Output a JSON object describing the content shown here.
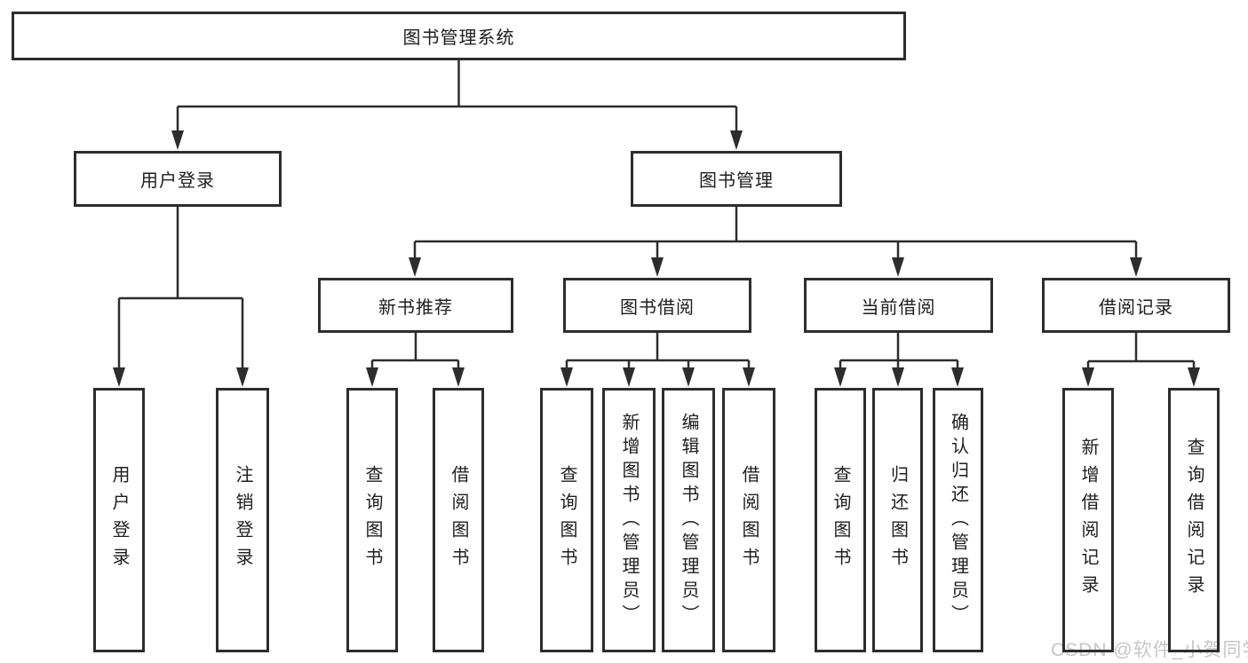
{
  "root": {
    "label": "图书管理系统"
  },
  "level2": [
    {
      "label": "用户登录"
    },
    {
      "label": "图书管理"
    }
  ],
  "level3": [
    {
      "parent": "图书管理",
      "label": "新书推荐"
    },
    {
      "parent": "图书管理",
      "label": "图书借阅"
    },
    {
      "parent": "图书管理",
      "label": "当前借阅"
    },
    {
      "parent": "图书管理",
      "label": "借阅记录"
    }
  ],
  "leaves": [
    {
      "parent": "用户登录",
      "label": "用户登录"
    },
    {
      "parent": "用户登录",
      "label": "注销登录"
    },
    {
      "parent": "新书推荐",
      "label": "查询图书"
    },
    {
      "parent": "新书推荐",
      "label": "借阅图书"
    },
    {
      "parent": "图书借阅",
      "label": "查询图书"
    },
    {
      "parent": "图书借阅",
      "label": "新增图书（管理员）"
    },
    {
      "parent": "图书借阅",
      "label": "编辑图书（管理员）"
    },
    {
      "parent": "图书借阅",
      "label": "借阅图书"
    },
    {
      "parent": "当前借阅",
      "label": "查询图书"
    },
    {
      "parent": "当前借阅",
      "label": "归还图书"
    },
    {
      "parent": "当前借阅",
      "label": "确认归还（管理员）"
    },
    {
      "parent": "借阅记录",
      "label": "新增借阅记录"
    },
    {
      "parent": "借阅记录",
      "label": "查询借阅记录"
    }
  ],
  "watermark": {
    "text": "CSDN @软件_小贺同学"
  },
  "colors": {
    "line": "#2d2d2d",
    "box_border": "#2d2d2d",
    "box_fill": "#ffffff",
    "text": "#1e1e1e",
    "watermark": "#c6c6c6"
  }
}
